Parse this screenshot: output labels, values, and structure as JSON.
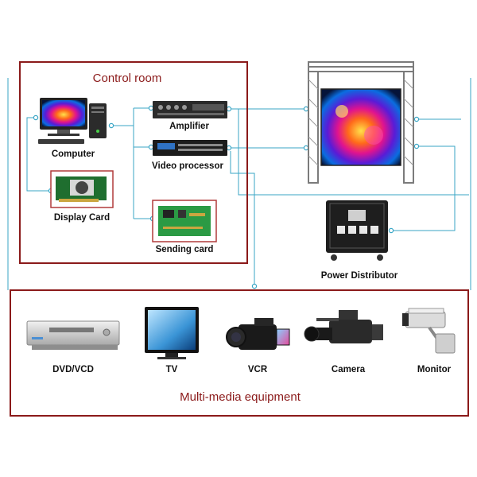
{
  "colors": {
    "frame": "#8b1a1a",
    "connector": "#3aa6c6",
    "card_frame": "#b03a3a"
  },
  "control_room": {
    "title": "Control room",
    "computer": "Computer",
    "display_card": "Display Card",
    "amplifier": "Amplifier",
    "video_processor": "Video processor",
    "sending_card": "Sending card"
  },
  "power_distributor": "Power Distributor",
  "media": {
    "title": "Multi-media equipment",
    "devices": [
      "DVD/VCD",
      "TV",
      "VCR",
      "Camera",
      "Monitor"
    ]
  },
  "icons": {
    "computer": "desktop-computer-icon",
    "display_card": "graphics-card-icon",
    "amplifier": "amplifier-icon",
    "video_processor": "video-processor-icon",
    "sending_card": "sending-card-icon",
    "screen": "led-screen-icon",
    "power": "power-distributor-icon",
    "dvd": "dvd-player-icon",
    "tv": "tv-icon",
    "vcr": "camcorder-icon",
    "camera": "broadcast-camera-icon",
    "monitor": "cctv-camera-icon"
  }
}
